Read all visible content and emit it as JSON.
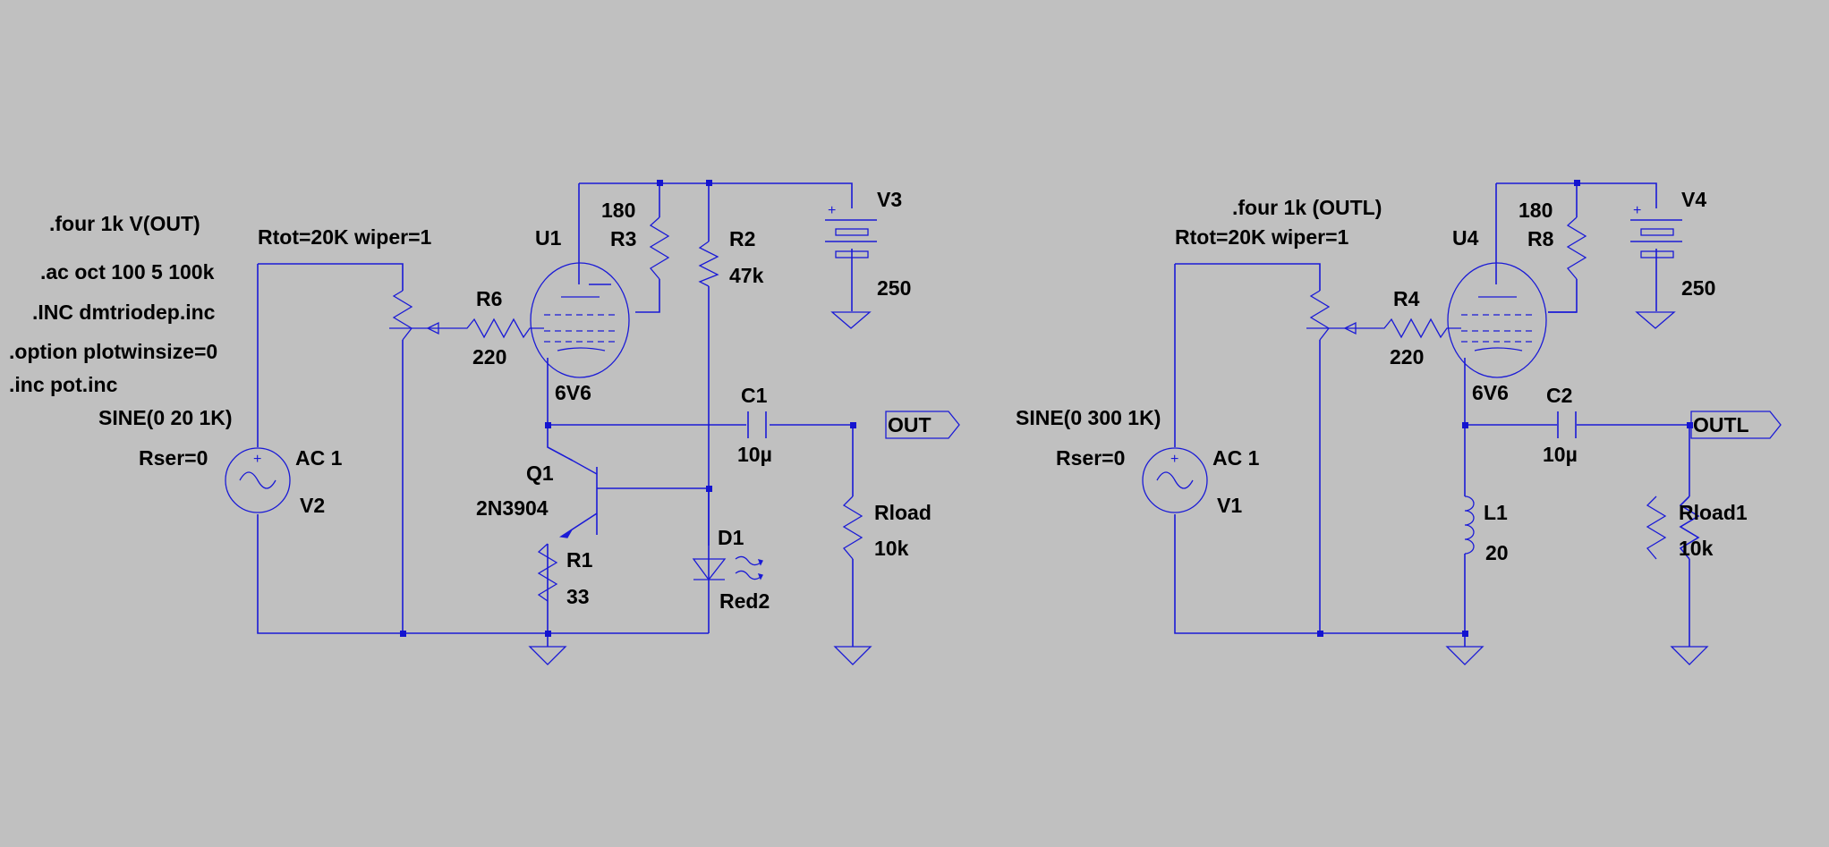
{
  "circuit_left": {
    "directives": {
      "four": ".four 1k V(OUT)",
      "ac": ".ac oct 100 5 100k",
      "inc_triode": ".INC dmtriodep.inc",
      "option": ".option plotwinsize=0",
      "inc_pot": ".inc pot.inc"
    },
    "pot": {
      "params": "Rtot=20K wiper=1"
    },
    "source": {
      "name": "V2",
      "value": "SINE(0 20 1K)",
      "rser": "Rser=0",
      "ac": "AC 1"
    },
    "tube": {
      "name": "U1",
      "model": "6V6"
    },
    "r_grid": {
      "name": "R6",
      "value": "220"
    },
    "r_screen": {
      "name": "R3",
      "value": "180"
    },
    "r_bias": {
      "name": "R2",
      "value": "47k"
    },
    "supply": {
      "name": "V3",
      "value": "250"
    },
    "cap": {
      "name": "C1",
      "value": "10µ"
    },
    "transistor": {
      "name": "Q1",
      "model": "2N3904"
    },
    "r_emitter": {
      "name": "R1",
      "value": "33"
    },
    "led": {
      "name": "D1",
      "model": "Red2"
    },
    "load": {
      "name": "Rload",
      "value": "10k"
    },
    "output_label": "OUT"
  },
  "circuit_right": {
    "directives": {
      "four": ".four 1k (OUTL)"
    },
    "pot": {
      "params": "Rtot=20K wiper=1"
    },
    "source": {
      "name": "V1",
      "value": "SINE(0 300 1K)",
      "rser": "Rser=0",
      "ac": "AC 1"
    },
    "tube": {
      "name": "U4",
      "model": "6V6"
    },
    "r_grid": {
      "name": "R4",
      "value": "220"
    },
    "r_screen": {
      "name": "R8",
      "value": "180"
    },
    "supply": {
      "name": "V4",
      "value": "250"
    },
    "cap": {
      "name": "C2",
      "value": "10µ"
    },
    "inductor": {
      "name": "L1",
      "value": "20"
    },
    "load": {
      "name": "Rload1",
      "value": "10k"
    },
    "output_label": "OUTL"
  },
  "colors": {
    "background": "#c0c0c0",
    "wire": "#1a1ad6",
    "junction": "#1414d0",
    "text": "#000000"
  }
}
